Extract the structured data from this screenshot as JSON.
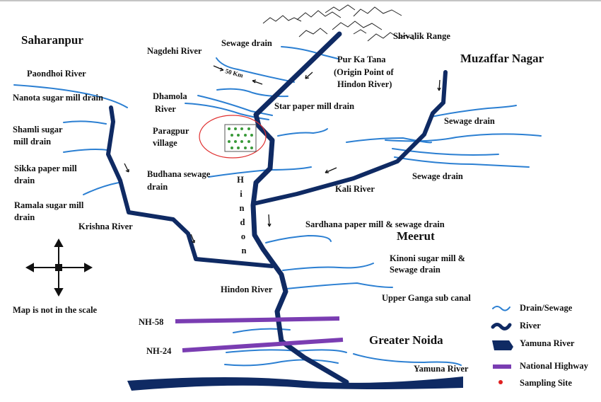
{
  "regions": {
    "saharanpur": "Saharanpur",
    "muzaffar_nagar": "Muzaffar Nagar",
    "meerut": "Meerut",
    "greater_noida": "Greater Noida"
  },
  "labels": {
    "shivalik": "Shivalik Range",
    "sewage_drain_top": "Sewage drain",
    "nagdehi": "Nagdehi River",
    "pur_ka_tana_1": "Pur Ka Tana",
    "pur_ka_tana_2": "(Origin Point of",
    "pur_ka_tana_3": "Hindon River)",
    "paondhoi": "Paondhoi River",
    "distance": "50 Km",
    "nanota": "Nanota sugar mill drain",
    "dhamola_1": "Dhamola",
    "dhamola_2": "River",
    "star_paper": "Star paper mill drain",
    "sewage_drain_mz": "Sewage drain",
    "shamli_1": "Shamli sugar",
    "shamli_2": "mill drain",
    "paragpur_1": "Paragpur",
    "paragpur_2": "village",
    "sikka_1": "Sikka paper mill",
    "sikka_2": "drain",
    "budhana_1": "Budhana sewage",
    "budhana_2": "drain",
    "sewage_drain_kali": "Sewage drain",
    "kali_river": "Kali River",
    "hindon_vertical": [
      "H",
      "i",
      "n",
      "d",
      "o",
      "n"
    ],
    "ramala_1": "Ramala sugar mill",
    "ramala_2": "drain",
    "krishna": "Krishna River",
    "sardhana": "Sardhana paper mill & sewage drain",
    "kinoni_1": "Kinoni sugar mill &",
    "kinoni_2": "Sewage drain",
    "scale_note": "Map is not in the scale",
    "hindon_river": "Hindon River",
    "upper_ganga": "Upper Ganga sub canal",
    "nh58": "NH-58",
    "nh24": "NH-24",
    "yamuna": "Yamuna River"
  },
  "legend": [
    {
      "label": "Drain/Sewage",
      "icon": "drain-wave-icon"
    },
    {
      "label": "River",
      "icon": "river-wave-icon"
    },
    {
      "label": "Yamuna River",
      "icon": "yamuna-shape-icon"
    },
    {
      "label": "National Highway",
      "icon": "highway-bar-icon"
    },
    {
      "label": "Sampling Site",
      "icon": "sampling-dot-icon"
    }
  ],
  "colors": {
    "river": "#0f2a63",
    "drain": "#2b7fd2",
    "highway": "#7a3db2",
    "sampling": "#e02020",
    "village_circle": "#e03030"
  }
}
